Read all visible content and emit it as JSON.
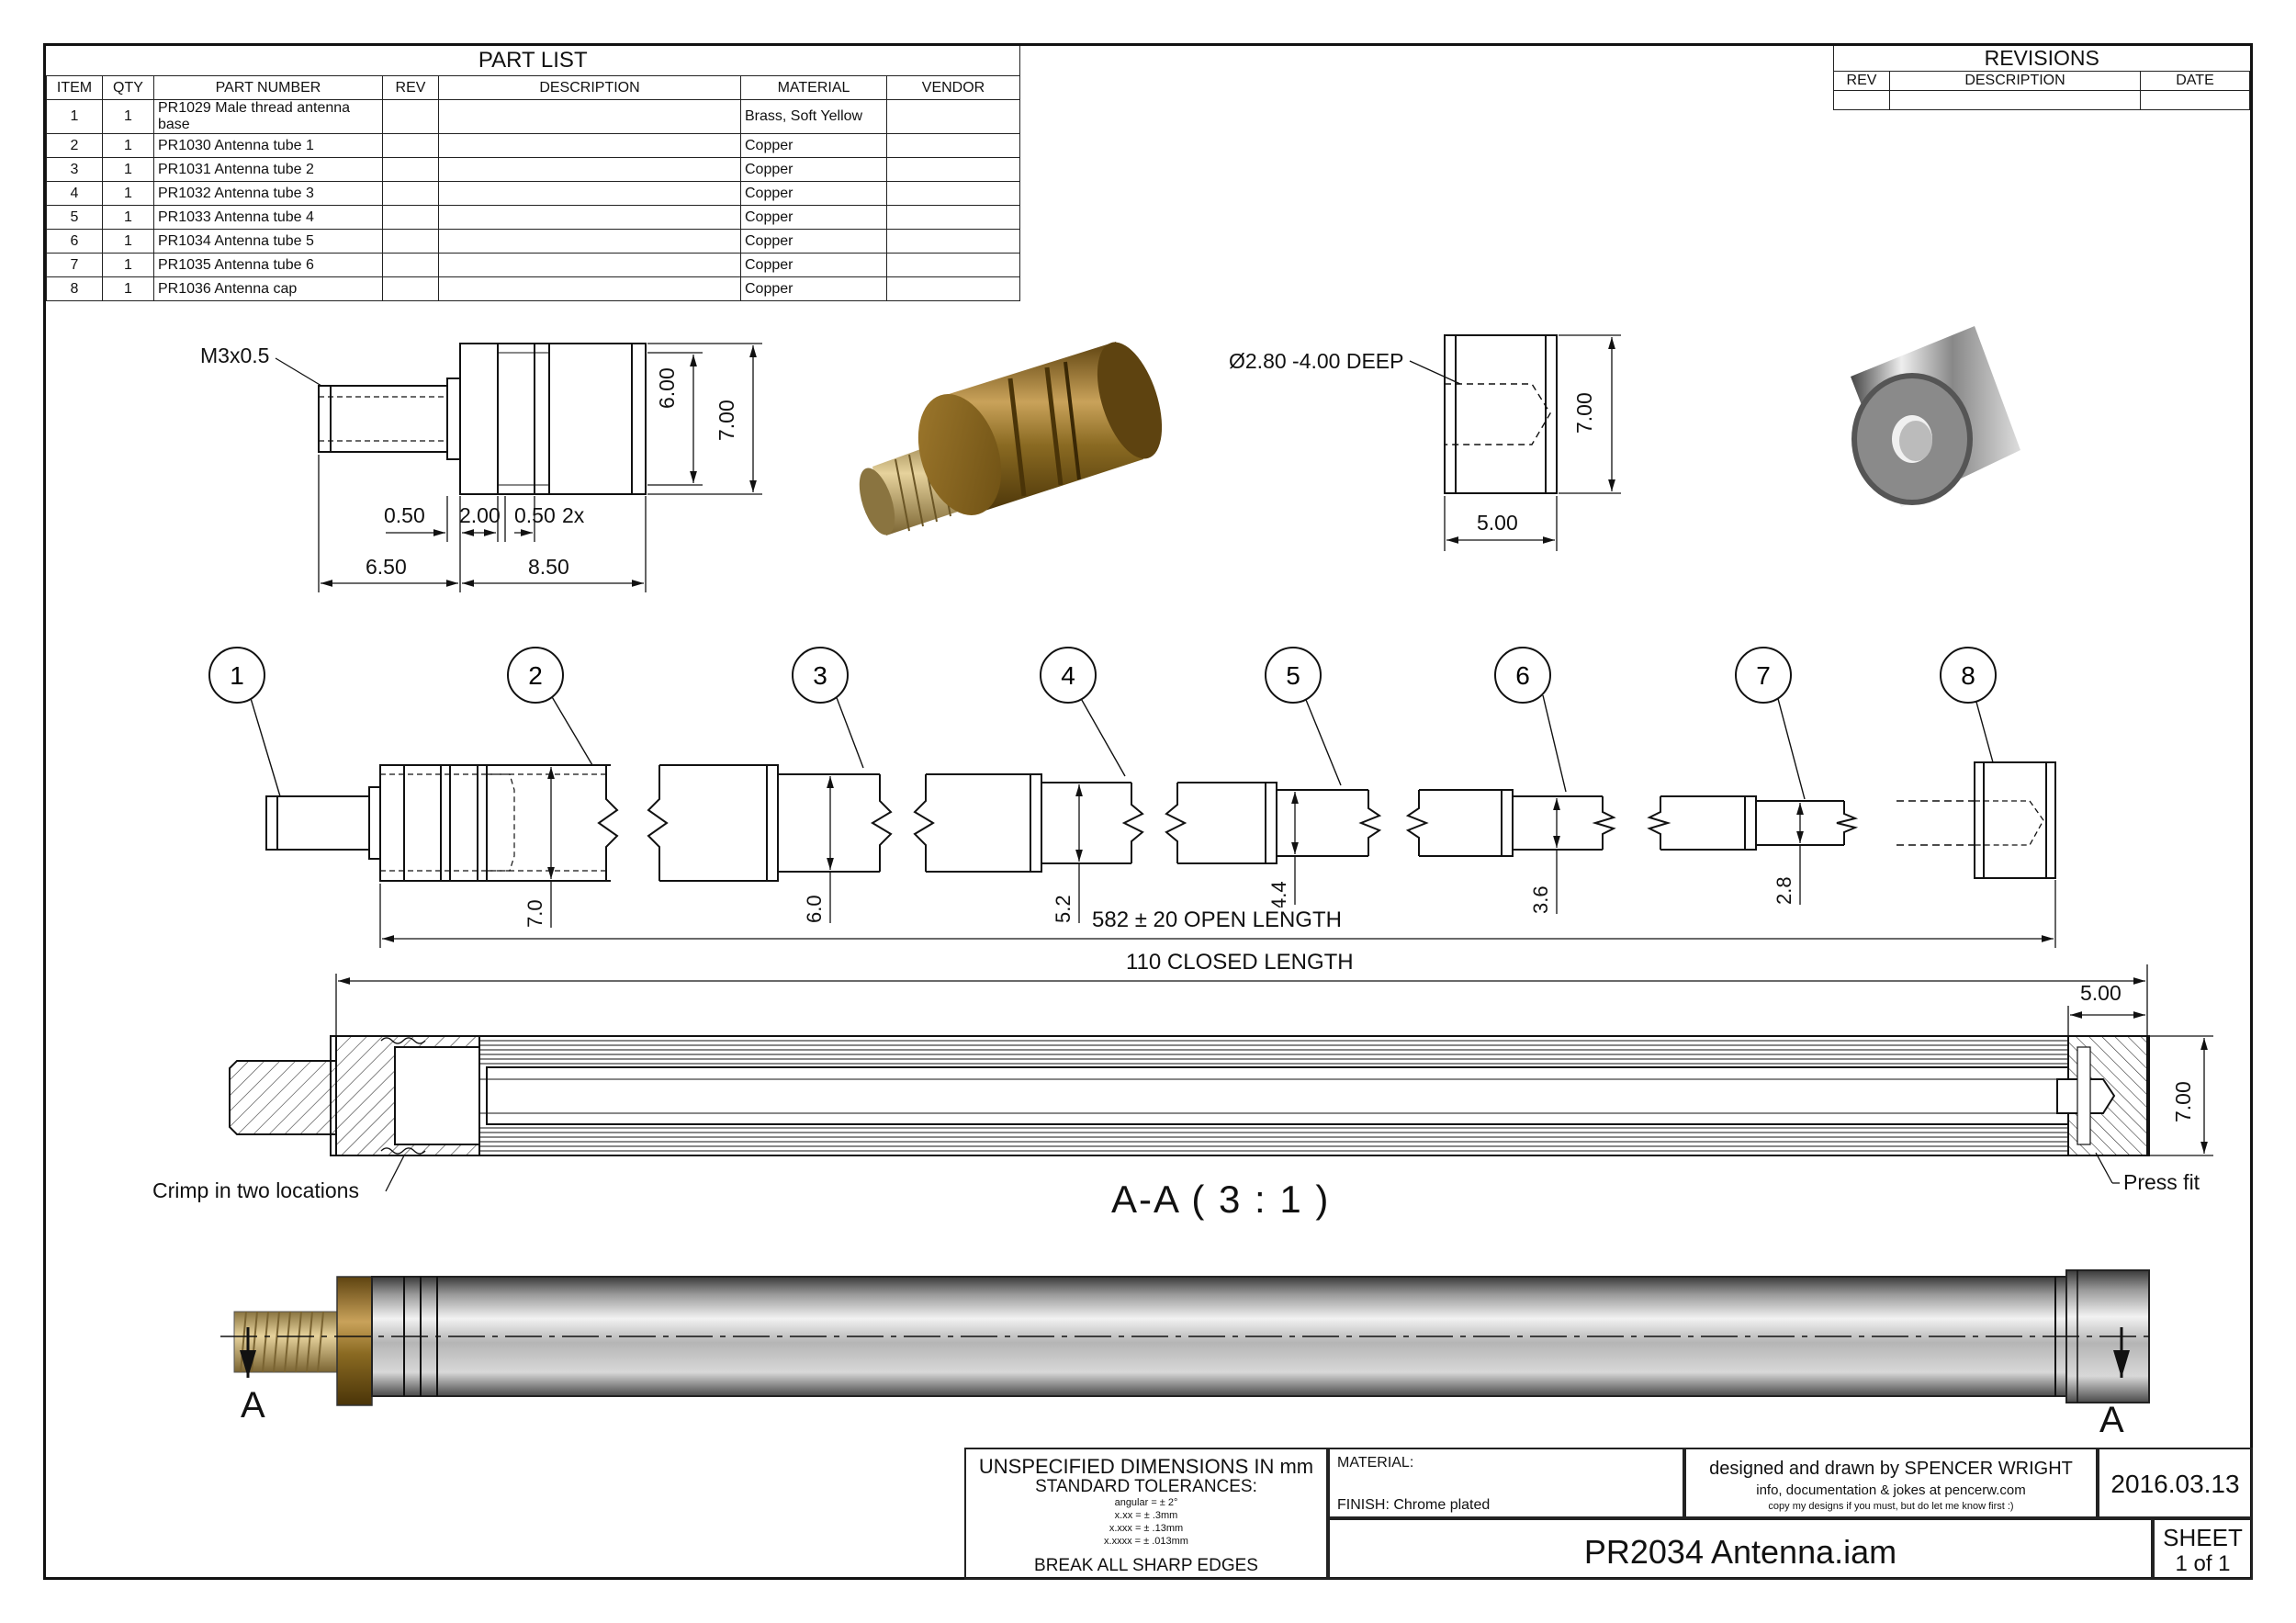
{
  "part_list": {
    "title": "PART LIST",
    "columns": [
      "ITEM",
      "QTY",
      "PART NUMBER",
      "REV",
      "DESCRIPTION",
      "MATERIAL",
      "VENDOR"
    ],
    "rows": [
      {
        "item": "1",
        "qty": "1",
        "part_number": "PR1029 Male thread antenna base",
        "rev": "",
        "description": "",
        "material": "Brass, Soft Yellow",
        "vendor": ""
      },
      {
        "item": "2",
        "qty": "1",
        "part_number": "PR1030 Antenna tube 1",
        "rev": "",
        "description": "",
        "material": "Copper",
        "vendor": ""
      },
      {
        "item": "3",
        "qty": "1",
        "part_number": "PR1031 Antenna tube 2",
        "rev": "",
        "description": "",
        "material": "Copper",
        "vendor": ""
      },
      {
        "item": "4",
        "qty": "1",
        "part_number": "PR1032 Antenna tube 3",
        "rev": "",
        "description": "",
        "material": "Copper",
        "vendor": ""
      },
      {
        "item": "5",
        "qty": "1",
        "part_number": "PR1033 Antenna tube 4",
        "rev": "",
        "description": "",
        "material": "Copper",
        "vendor": ""
      },
      {
        "item": "6",
        "qty": "1",
        "part_number": "PR1034 Antenna tube 5",
        "rev": "",
        "description": "",
        "material": "Copper",
        "vendor": ""
      },
      {
        "item": "7",
        "qty": "1",
        "part_number": "PR1035 Antenna tube 6",
        "rev": "",
        "description": "",
        "material": "Copper",
        "vendor": ""
      },
      {
        "item": "8",
        "qty": "1",
        "part_number": "PR1036 Antenna cap",
        "rev": "",
        "description": "",
        "material": "Copper",
        "vendor": ""
      }
    ]
  },
  "revisions": {
    "title": "REVISIONS",
    "columns": [
      "REV",
      "DESCRIPTION",
      "DATE"
    ]
  },
  "base_view": {
    "thread_note": "M3x0.5",
    "dims": {
      "d_0_50_a": "0.50",
      "d_2_00": "2.00",
      "d_0_50_b": "0.50",
      "d_2x": "2x",
      "d_6_50": "6.50",
      "d_8_50": "8.50",
      "d_6_00": "6.00",
      "d_7_00": "7.00"
    }
  },
  "cap_view": {
    "hole_note": "Ø2.80 -4.00 DEEP",
    "dims": {
      "width": "5.00",
      "height": "7.00"
    }
  },
  "balloons": [
    "1",
    "2",
    "3",
    "4",
    "5",
    "6",
    "7",
    "8"
  ],
  "tube_diameters": [
    "7.0",
    "6.0",
    "5.2",
    "4.4",
    "3.6",
    "2.8"
  ],
  "assembly_dims": {
    "open_length": "582 ± 20 OPEN LENGTH",
    "closed_length": "110 CLOSED LENGTH",
    "cap_length": "5.00",
    "cap_diameter": "7.00"
  },
  "section_notes": {
    "crimp": "Crimp in two locations",
    "press_fit": "Press fit",
    "section_title": "A-A ( 3 : 1 )",
    "marker_left": "A",
    "marker_right": "A"
  },
  "title_block": {
    "tolerance_title": "UNSPECIFIED DIMENSIONS IN mm",
    "tolerance_subtitle": "STANDARD TOLERANCES:",
    "tol_angular": "angular = ± 2°",
    "tol_xx": "x.xx = ± .3mm",
    "tol_xxx": "x.xxx = ± .13mm",
    "tol_xxxx": "x.xxxx = ± .013mm",
    "edges_note": "BREAK ALL SHARP EDGES",
    "material_label": "MATERIAL:",
    "finish_label": "FINISH: Chrome plated",
    "designer": "designed and drawn by SPENCER WRIGHT",
    "info": "info, documentation & jokes at pencerw.com",
    "copy_note": "copy my designs if you must, but do let me know first :)",
    "date": "2016.03.13",
    "drawing_title": "PR2034 Antenna.iam",
    "sheet_label": "SHEET",
    "sheet_number": "1 of 1"
  },
  "colors": {
    "ink": "#111111",
    "brass_dark": "#6b4e12",
    "brass_light": "#c9a25a",
    "steel_dark": "#5a5a5a",
    "steel_light": "#f2f2f2"
  }
}
